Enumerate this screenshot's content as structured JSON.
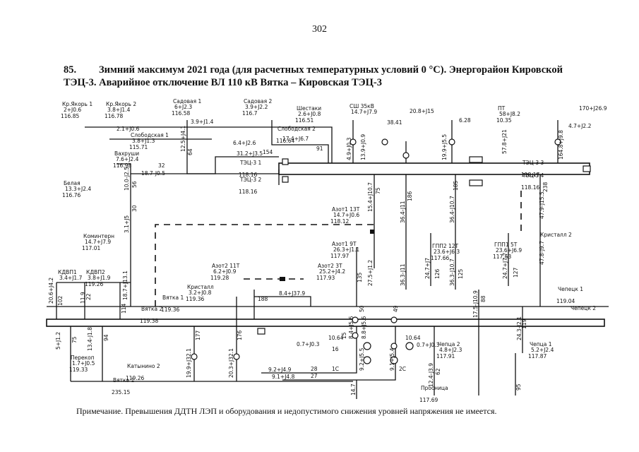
{
  "page_number": "302",
  "heading": {
    "number": "85.",
    "line1": "Зимний максимум 2021 года (для расчетных температурных условий 0 °С). Энергорайон Кировской",
    "line2": "ТЭЦ-3. Аварийное отключение ВЛ 110 кВ Вятка – Кировская ТЭЦ-3"
  },
  "note": "Примечание. Превышения ДДТН ЛЭП и оборудования и недопустимого снижения уровней напряжения не имеется.",
  "diagram": {
    "nodes": [
      {
        "name": "Кр.Якорь 1",
        "load": "2+J0.6",
        "voltage": "116.85"
      },
      {
        "name": "Кр.Якорь 2",
        "load": "3.8+J1.4",
        "voltage": "116.78"
      },
      {
        "name": "Садовая 1",
        "load": "6+J2.3",
        "voltage": "116.58"
      },
      {
        "name": "Садовая 2",
        "load": "3.9+J2.2",
        "voltage": "116.7"
      },
      {
        "name": "Шестаки",
        "load": "2.6+J0.8",
        "voltage": "116.51"
      },
      {
        "name": "Слободская 1",
        "load": "3.8+J1.3",
        "voltage": "115.71"
      },
      {
        "name": "Слободская 2",
        "load": "",
        "voltage": "116.64"
      },
      {
        "name": "Вахруши",
        "load": "7.6+J2.4",
        "voltage": "116.98"
      },
      {
        "name": "ТЭЦ-3 1",
        "load": "",
        "voltage": "118.16"
      },
      {
        "name": "ТЭЦ-3 2",
        "load": "",
        "voltage": "118.16"
      },
      {
        "name": "ТЭЦ-3 3",
        "load": "",
        "voltage": "118.17"
      },
      {
        "name": "ТЭЦ-3 4",
        "load": "",
        "voltage": "118.16"
      },
      {
        "name": "Белая",
        "load": "13.3+J2.4",
        "voltage": "116.76"
      },
      {
        "name": "Коминтерн",
        "load": "14.7+J7.9",
        "voltage": "117.01"
      },
      {
        "name": "Азот1 13Т",
        "load": "14.7+J0.6",
        "voltage": "118.12"
      },
      {
        "name": "Азот1 9Т",
        "load": "26.3+J1.1",
        "voltage": "117.97"
      },
      {
        "name": "Азот2 11Т",
        "load": "6.2+J0.9",
        "voltage": "119.28"
      },
      {
        "name": "Азот2 3Т",
        "load": "25.2+J4.2",
        "voltage": "117.93"
      },
      {
        "name": "ГПП2 12Т",
        "load": "23.6+J6.3",
        "voltage": "117.66"
      },
      {
        "name": "ГПП1 5Т",
        "load": "23.6+J6.9",
        "voltage": "117.63"
      },
      {
        "name": "Кристалл 2",
        "load": "",
        "voltage": ""
      },
      {
        "name": "Кристалл",
        "load": "3.2+J0.8",
        "voltage": "119.36"
      },
      {
        "name": "КДВП1",
        "load": "3.4+J1.7",
        "voltage": ""
      },
      {
        "name": "КДВП2",
        "load": "3.8+J1.9",
        "voltage": "119.26"
      },
      {
        "name": "Вятка 1",
        "load": "",
        "voltage": "119.36"
      },
      {
        "name": "Вятка 2",
        "load": "",
        "voltage": "119.38"
      },
      {
        "name": "Перекоп",
        "load": "1.7+J0.5",
        "voltage": "119.33"
      },
      {
        "name": "Катынино 2",
        "load": "",
        "voltage": "119.26"
      },
      {
        "name": "Вятка 1",
        "load": "",
        "voltage": "235.15"
      },
      {
        "name": "Чепца 2",
        "load": "4.8+J2.3",
        "voltage": "117.91"
      },
      {
        "name": "Чепца 1",
        "load": "5.2+J2.4",
        "voltage": "117.87"
      },
      {
        "name": "Чепецк 1",
        "load": "",
        "voltage": "119.04"
      },
      {
        "name": "Чепецк 2",
        "load": "",
        "voltage": ""
      },
      {
        "name": "Просница",
        "load": "",
        "voltage": "117.69"
      },
      {
        "name": "СШ 35кВ",
        "load": "14.7+J7.9",
        "voltage": ""
      },
      {
        "name": "ПТ",
        "load": "58+J8.2",
        "voltage": "10.35"
      }
    ],
    "flows": [
      "2.1+J0.6",
      "3.9+J1.4",
      "6.4+J2.6",
      "17.4+J6.7",
      "31.2+J3.5",
      "18.7-J0.5",
      "8.4+J37.9",
      "9.2+J4.9",
      "9.1+J4.8",
      "0.7+J0.3",
      "0.7+J0.3",
      "20.8+J15",
      "170+J26.9",
      "4.7+J2.2",
      "10.64",
      "10.64"
    ],
    "line_values": [
      "12.5+J4.1",
      "4.9+J0.3",
      "13.9+J0.9",
      "19.9+J5.5",
      "57.8+J21",
      "164.8+J9.8",
      "47.9-J15.5",
      "15.4+J10.7",
      "36.4-J11",
      "36.4-J10.7",
      "47.8-J9.7",
      "3.1+J5",
      "10.0-J2.5",
      "27.5+J1.2",
      "36.3-J11",
      "36.3-J10.7",
      "24.7+J7",
      "24.7+J7.7",
      "20.6+J4.2",
      "18.7+J13.1",
      "11.9",
      "5+J1.2",
      "13.4-J1.8",
      "19.9+J32.1",
      "20.3+J32.1",
      "8.4+J5.6",
      "8.8+J5.6",
      "9.1+J5.4",
      "9.2+J5.5",
      "17.5-J10.9",
      "24.3-J2.1",
      "12.4-J3.9"
    ],
    "numbers": [
      "154",
      "64",
      "91",
      "32",
      "56",
      "30",
      "75",
      "185",
      "186",
      "126",
      "125",
      "127",
      "238",
      "88",
      "119",
      "95",
      "62",
      "102",
      "22",
      "114",
      "75",
      "94",
      "177",
      "176",
      "188",
      "28",
      "27",
      "16",
      "2C",
      "1C",
      "49",
      "50",
      "15",
      "135",
      "14.7",
      "38.41",
      "6.28"
    ]
  }
}
